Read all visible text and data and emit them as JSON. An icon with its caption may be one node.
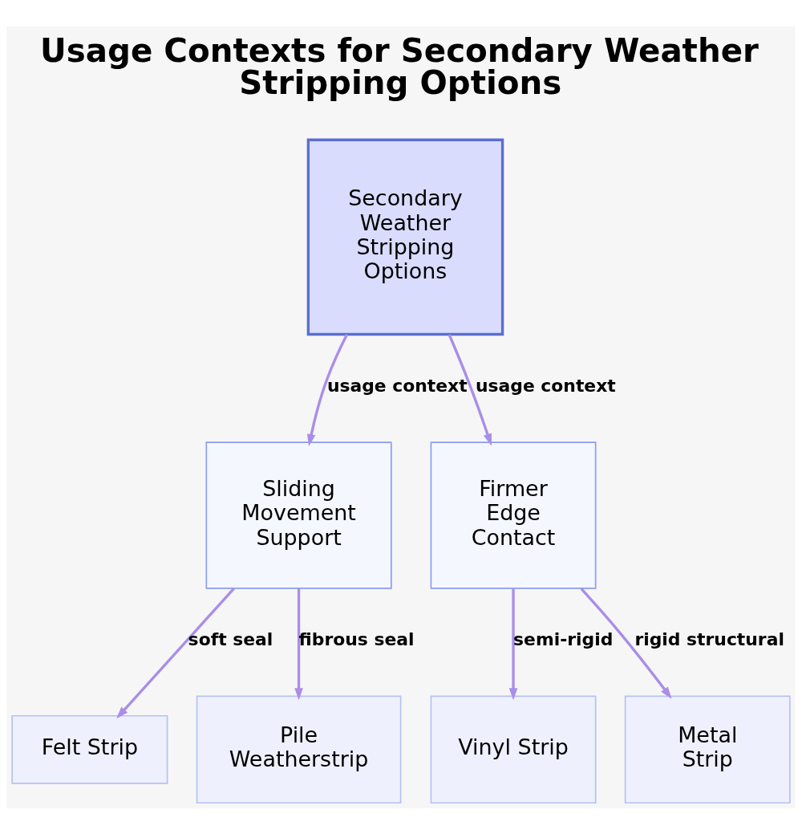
{
  "diagram": {
    "title": "Usage Contexts for Secondary Weather Stripping Options",
    "nodes": [
      {
        "text": [
          "Secondary Weather Stripping Options"
        ]
      },
      {
        "text": [
          "Sliding Movement Support"
        ]
      },
      {
        "text": [
          "Firmer Edge Contact"
        ]
      },
      {
        "text": [
          "Felt Strip"
        ]
      },
      {
        "text": [
          "Pile Weatherstrip"
        ]
      },
      {
        "text": [
          "Vinyl Strip"
        ]
      },
      {
        "text": [
          "Metal Strip"
        ]
      }
    ],
    "edges": [
      {
        "from": 0,
        "to": 1,
        "arrow": "to",
        "label": "usage context"
      },
      {
        "from": 0,
        "to": 2,
        "arrow": "to",
        "label": "usage context"
      },
      {
        "from": 1,
        "to": 3,
        "arrow": "to",
        "label": "soft seal"
      },
      {
        "from": 1,
        "to": 4,
        "arrow": "to",
        "label": "fibrous seal"
      },
      {
        "from": 2,
        "to": 5,
        "arrow": "to",
        "label": "semi-rigid"
      },
      {
        "from": 2,
        "to": 6,
        "arrow": "to",
        "label": "rigid structural"
      }
    ]
  }
}
